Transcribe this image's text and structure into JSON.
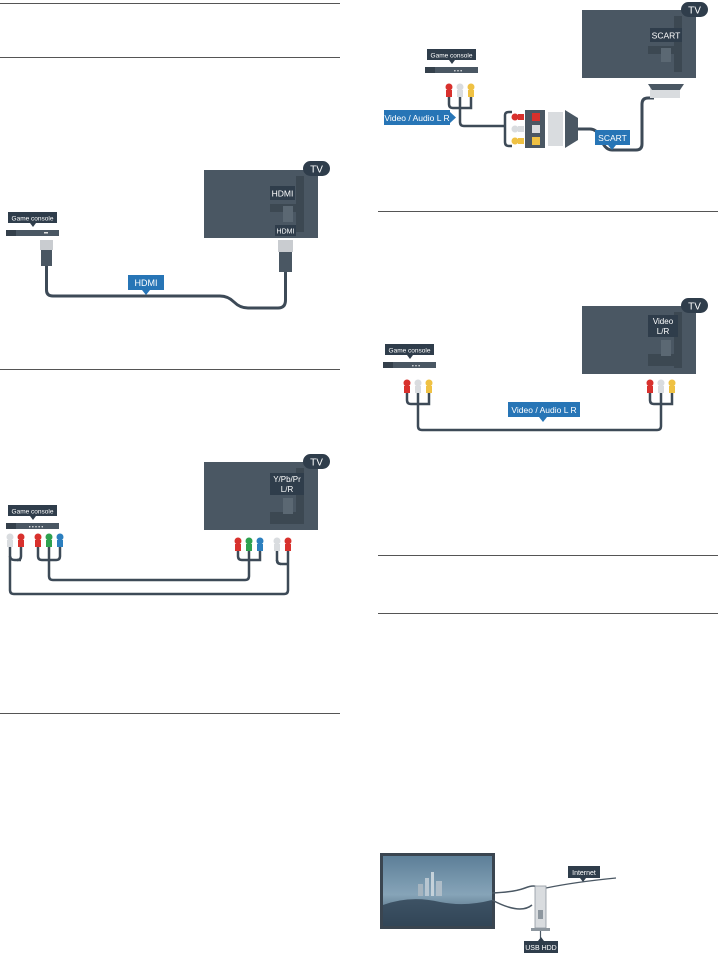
{
  "colors": {
    "tv_body": "#4a5763",
    "tv_dark": "#3c4852",
    "cable": "#3d4a57",
    "label_blue": "#2775b6",
    "label_dark": "#2f3d4b",
    "red": "#d8312d",
    "white": "#d9dcdf",
    "yellow": "#efc143",
    "green": "#2ea14f",
    "blue": "#2c7fbf"
  },
  "diagrams": {
    "hdmi": {
      "device": "Game console",
      "tv_badge": "TV",
      "tv_port": "HDMI",
      "plug_label": "HDMI",
      "cable_label": "HDMI"
    },
    "component": {
      "device": "Game console",
      "tv_badge": "TV",
      "tv_port_line1": "Y/Pb/Pr",
      "tv_port_line2": "L/R"
    },
    "scart": {
      "device": "Game console",
      "tv_badge": "TV",
      "tv_port": "SCART",
      "cable_label_left": "Video / Audio L R",
      "cable_label_right": "SCART"
    },
    "cvbs": {
      "device": "Game console",
      "tv_badge": "TV",
      "tv_port_line1": "Video",
      "tv_port_line2": "L/R",
      "cable_label": "Video / Audio L R"
    },
    "usb": {
      "internet_label": "Internet",
      "hdd_label": "USB HDD"
    }
  }
}
